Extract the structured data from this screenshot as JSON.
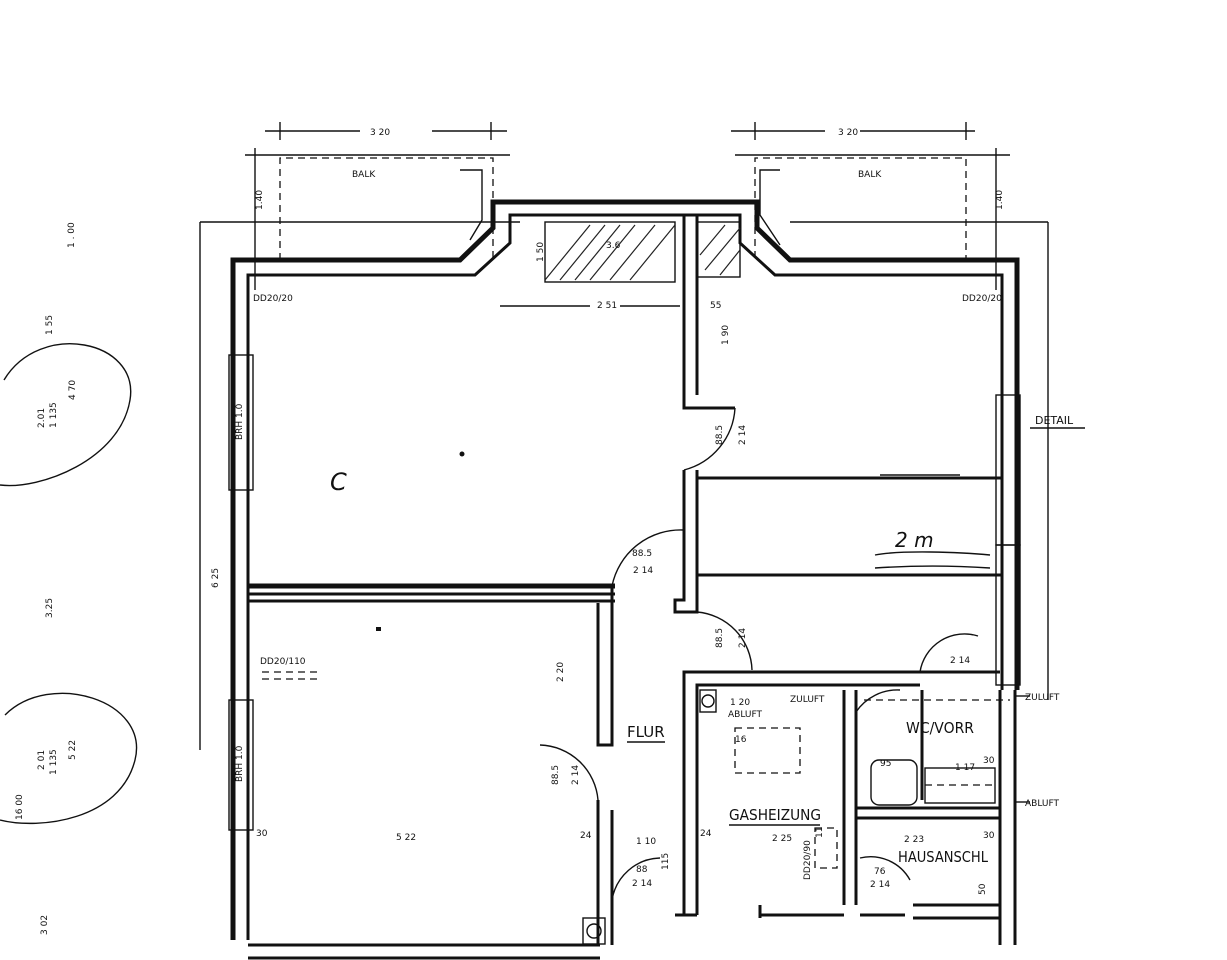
{
  "plan": {
    "balcony_label": "BALK",
    "balcony_width": "3 20",
    "balcony_depth": "1.40",
    "duct_left": "DD20/20",
    "duct_right": "DD20/20",
    "duct_bath": "DD20/110",
    "duct_heating": "DD20/90",
    "room_c": "C",
    "flur": "FLUR",
    "gasheizung": "GASHEIZUNG",
    "wc_vorr": "WC/VORR",
    "hausanschl": "HAUSANSCHL",
    "detail": "DETAIL",
    "zuluft_1": "ZULUFT",
    "zuluft_2": "ZULUFT",
    "abluft_1": "ABLUFT",
    "abluft_2": "ABLUFT",
    "hand_2m": "2 m",
    "brh": "BRH 1.0",
    "dims": {
      "d251": "2 51",
      "d55": "55",
      "d190": "1 90",
      "d150": "1 50",
      "d36": "3.6",
      "d885a": "88.5",
      "d214": "2 14",
      "d220": "2 20",
      "d522": "5 22",
      "d625": "6 25",
      "d110": "1 10",
      "d225": "2 25",
      "d223": "2 23",
      "d117": "1 17",
      "d95": "95",
      "d76": "76",
      "d24": "24",
      "d30": "30",
      "d50": "50",
      "d120": "1 20",
      "d16": "16",
      "d88": "88",
      "d115": "115",
      "d11": "11"
    },
    "margin": {
      "m100": "1 . 00",
      "m155": "1 55",
      "m470": "4 70",
      "m201a": "2.01",
      "m1135a": "1 135",
      "m325": "3.25",
      "m201b": "2 01",
      "m1135b": "1 135",
      "m522": "5 22",
      "m1600": "16 00",
      "m302": "3 02"
    }
  }
}
